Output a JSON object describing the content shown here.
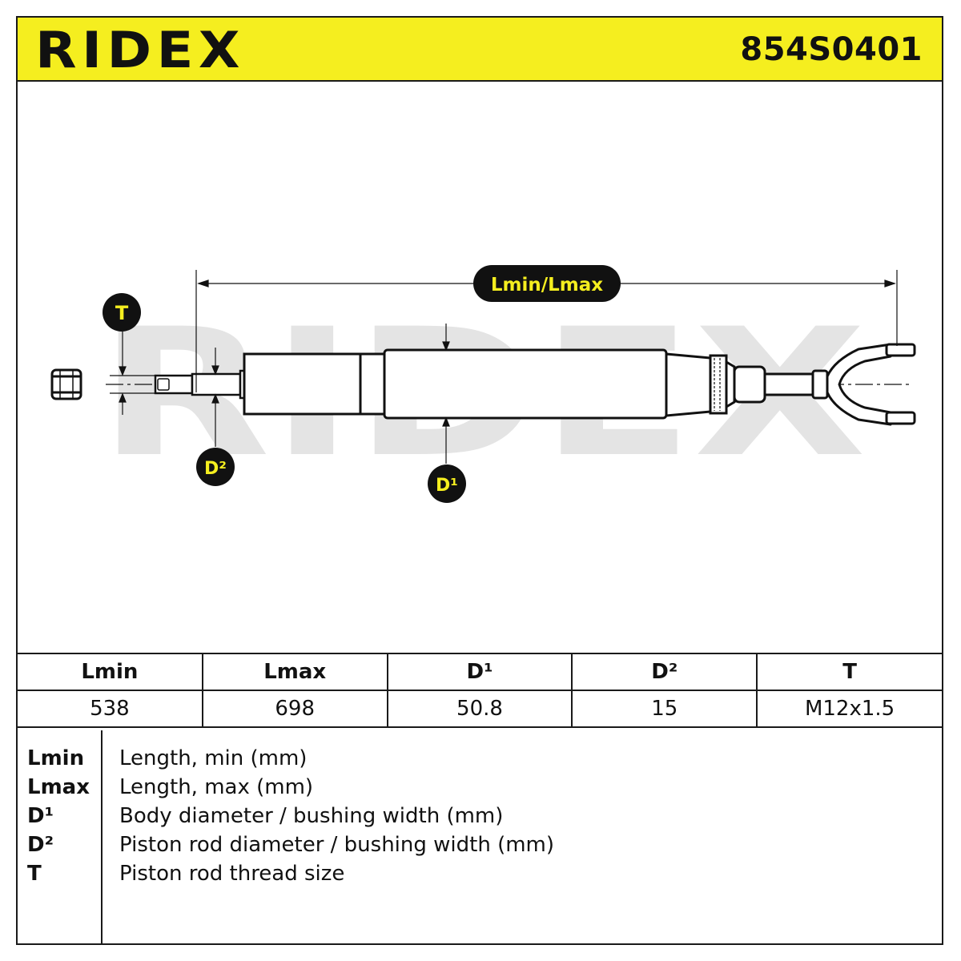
{
  "header": {
    "brand": "RIDEX",
    "part_number": "854S0401",
    "accent_color": "#f5ee1f"
  },
  "diagram": {
    "watermark": "RIDEX",
    "labels": {
      "length": "Lmin/Lmax",
      "thread": "T",
      "rod_diameter": "D²",
      "body_diameter": "D¹"
    }
  },
  "specs": {
    "columns": [
      "Lmin",
      "Lmax",
      "D¹",
      "D²",
      "T"
    ],
    "values": [
      "538",
      "698",
      "50.8",
      "15",
      "M12x1.5"
    ]
  },
  "legend": [
    {
      "key": "Lmin",
      "desc": "Length, min (mm)"
    },
    {
      "key": "Lmax",
      "desc": "Length, max (mm)"
    },
    {
      "key": "D¹",
      "desc": "Body diameter / bushing width (mm)"
    },
    {
      "key": "D²",
      "desc": "Piston rod diameter / bushing width (mm)"
    },
    {
      "key": "T",
      "desc": "Piston rod thread size"
    }
  ]
}
